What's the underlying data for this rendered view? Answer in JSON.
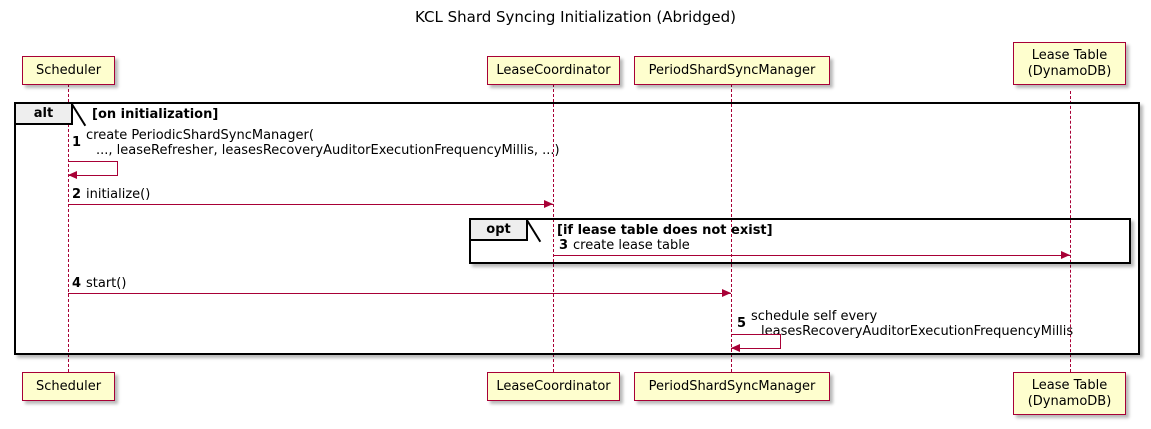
{
  "diagram": {
    "title": "KCL Shard Syncing Initialization (Abridged)",
    "type": "sequence-diagram"
  },
  "participants": [
    {
      "id": "scheduler",
      "label": "Scheduler",
      "lines": [
        "Scheduler"
      ]
    },
    {
      "id": "lease-coordinator",
      "label": "LeaseCoordinator",
      "lines": [
        "LeaseCoordinator"
      ]
    },
    {
      "id": "period-shard-sync-manager",
      "label": "PeriodShardSyncManager",
      "lines": [
        "PeriodShardSyncManager"
      ]
    },
    {
      "id": "lease-table",
      "label": "Lease Table (DynamoDB)",
      "lines": [
        "Lease Table",
        "(DynamoDB)"
      ]
    }
  ],
  "fragments": [
    {
      "id": "alt-on-initialization",
      "operator": "alt",
      "guard": "[on initialization]"
    },
    {
      "id": "opt-lease-table-missing",
      "operator": "opt",
      "guard": "[if lease table does not exist]"
    }
  ],
  "messages": [
    {
      "number": "1",
      "from": "scheduler",
      "to": "scheduler",
      "self": true,
      "lines": [
        "create PeriodicShardSyncManager(",
        "..., leaseRefresher, leasesRecoveryAuditorExecutionFrequencyMillis, ...)"
      ]
    },
    {
      "number": "2",
      "from": "scheduler",
      "to": "lease-coordinator",
      "self": false,
      "lines": [
        "initialize()"
      ]
    },
    {
      "number": "3",
      "from": "lease-coordinator",
      "to": "lease-table",
      "self": false,
      "lines": [
        "create lease table"
      ]
    },
    {
      "number": "4",
      "from": "scheduler",
      "to": "period-shard-sync-manager",
      "self": false,
      "lines": [
        "start()"
      ]
    },
    {
      "number": "5",
      "from": "period-shard-sync-manager",
      "to": "period-shard-sync-manager",
      "self": true,
      "lines": [
        "schedule self every",
        "leasesRecoveryAuditorExecutionFrequencyMillis"
      ]
    }
  ],
  "colors": {
    "participant_fill": "#FEFECE",
    "participant_border": "#A80036",
    "arrow": "#A80036",
    "fragment_border": "#000000",
    "fragment_label_fill": "#EEEEEE",
    "background": "#FFFFFF",
    "text": "#000000"
  }
}
